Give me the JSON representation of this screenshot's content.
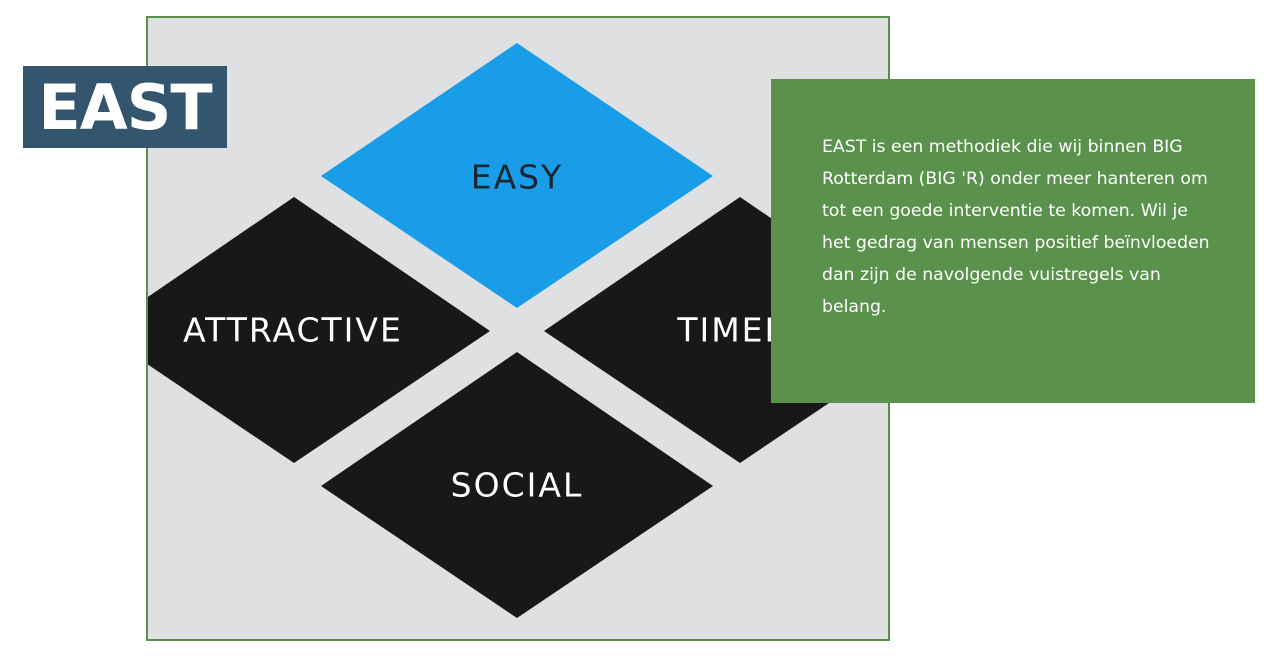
{
  "badge": {
    "title": "EAST"
  },
  "diagram": {
    "diamonds": [
      {
        "id": "easy",
        "label": "EASY",
        "fill": "#1a9de8",
        "text_color": "#1a2733"
      },
      {
        "id": "attractive",
        "label": "ATTRACTIVE",
        "fill": "#181818",
        "text_color": "#ffffff"
      },
      {
        "id": "timely",
        "label": "TIMELY",
        "fill": "#181818",
        "text_color": "#ffffff"
      },
      {
        "id": "social",
        "label": "SOCIAL",
        "fill": "#181818",
        "text_color": "#ffffff"
      }
    ]
  },
  "description": {
    "text": "EAST is een methodiek die wij binnen BIG Rotterdam (BIG 'R) onder meer hanteren om tot een goede interventie te komen. Wil je het gedrag van mensen positief beïnvloeden dan zijn de navolgende vuistregels van belang."
  },
  "colors": {
    "frame_border": "#5a8f4c",
    "frame_background": "#dfe0e2",
    "badge_background": "#33566e",
    "textbox_background": "#5a914c"
  }
}
